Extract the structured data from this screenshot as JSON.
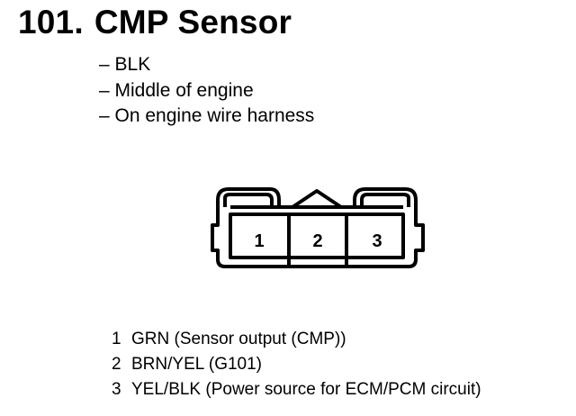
{
  "header": {
    "number": "101.",
    "name": "CMP Sensor"
  },
  "details": [
    "– BLK",
    "– Middle of engine",
    "– On engine wire harness"
  ],
  "connector": {
    "terminals": [
      "1",
      "2",
      "3"
    ]
  },
  "pinout": [
    {
      "pin": "1",
      "desc": "GRN (Sensor output (CMP))"
    },
    {
      "pin": "2",
      "desc": "BRN/YEL (G101)"
    },
    {
      "pin": "3",
      "desc": "YEL/BLK (Power source for ECM/PCM circuit)"
    }
  ]
}
